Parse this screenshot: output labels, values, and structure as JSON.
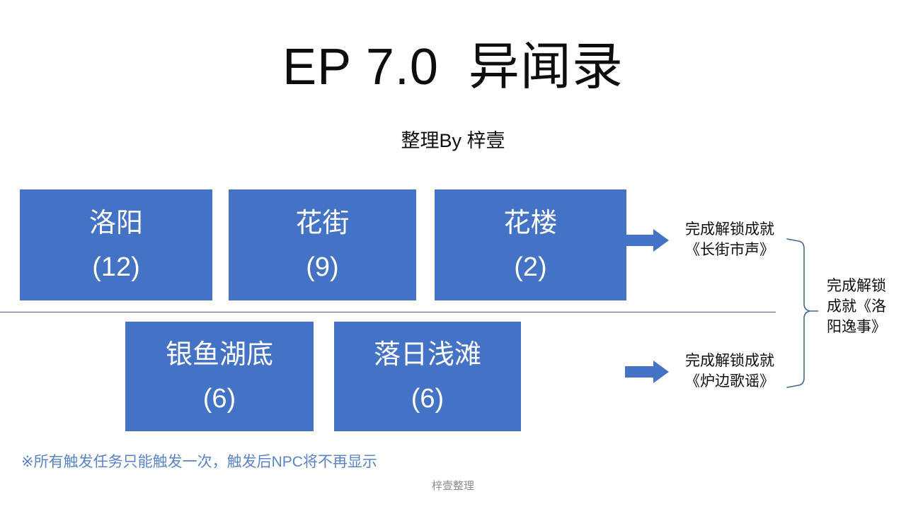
{
  "slide": {
    "title": "EP 7.0  异闻录",
    "subtitle": "整理By 梓壹",
    "footnote": "※所有触发任务只能触发一次，触发后NPC将不再显示",
    "footer": "梓壹整理"
  },
  "colors": {
    "box_fill": "#4472C4",
    "box_text": "#FFFFFF",
    "arrow_fill": "#4472C4",
    "divider": "#41648F",
    "brace": "#41648F",
    "footnote_text": "#5B83C4",
    "footer_text": "#8C8C8C",
    "title_text": "#0D0D0D"
  },
  "boxes": [
    {
      "name": "洛阳",
      "count": "(12)"
    },
    {
      "name": "花街",
      "count": "(9)"
    },
    {
      "name": "花楼",
      "count": "(2)"
    },
    {
      "name": "银鱼湖底",
      "count": "(6)"
    },
    {
      "name": "落日浅滩",
      "count": "(6)"
    }
  ],
  "annotations": [
    {
      "text": "完成解锁成就\n《长街市声》"
    },
    {
      "text": "完成解锁成就\n《炉边歌谣》"
    }
  ],
  "brace": {
    "label": "完成解锁成就《洛阳逸事》"
  }
}
